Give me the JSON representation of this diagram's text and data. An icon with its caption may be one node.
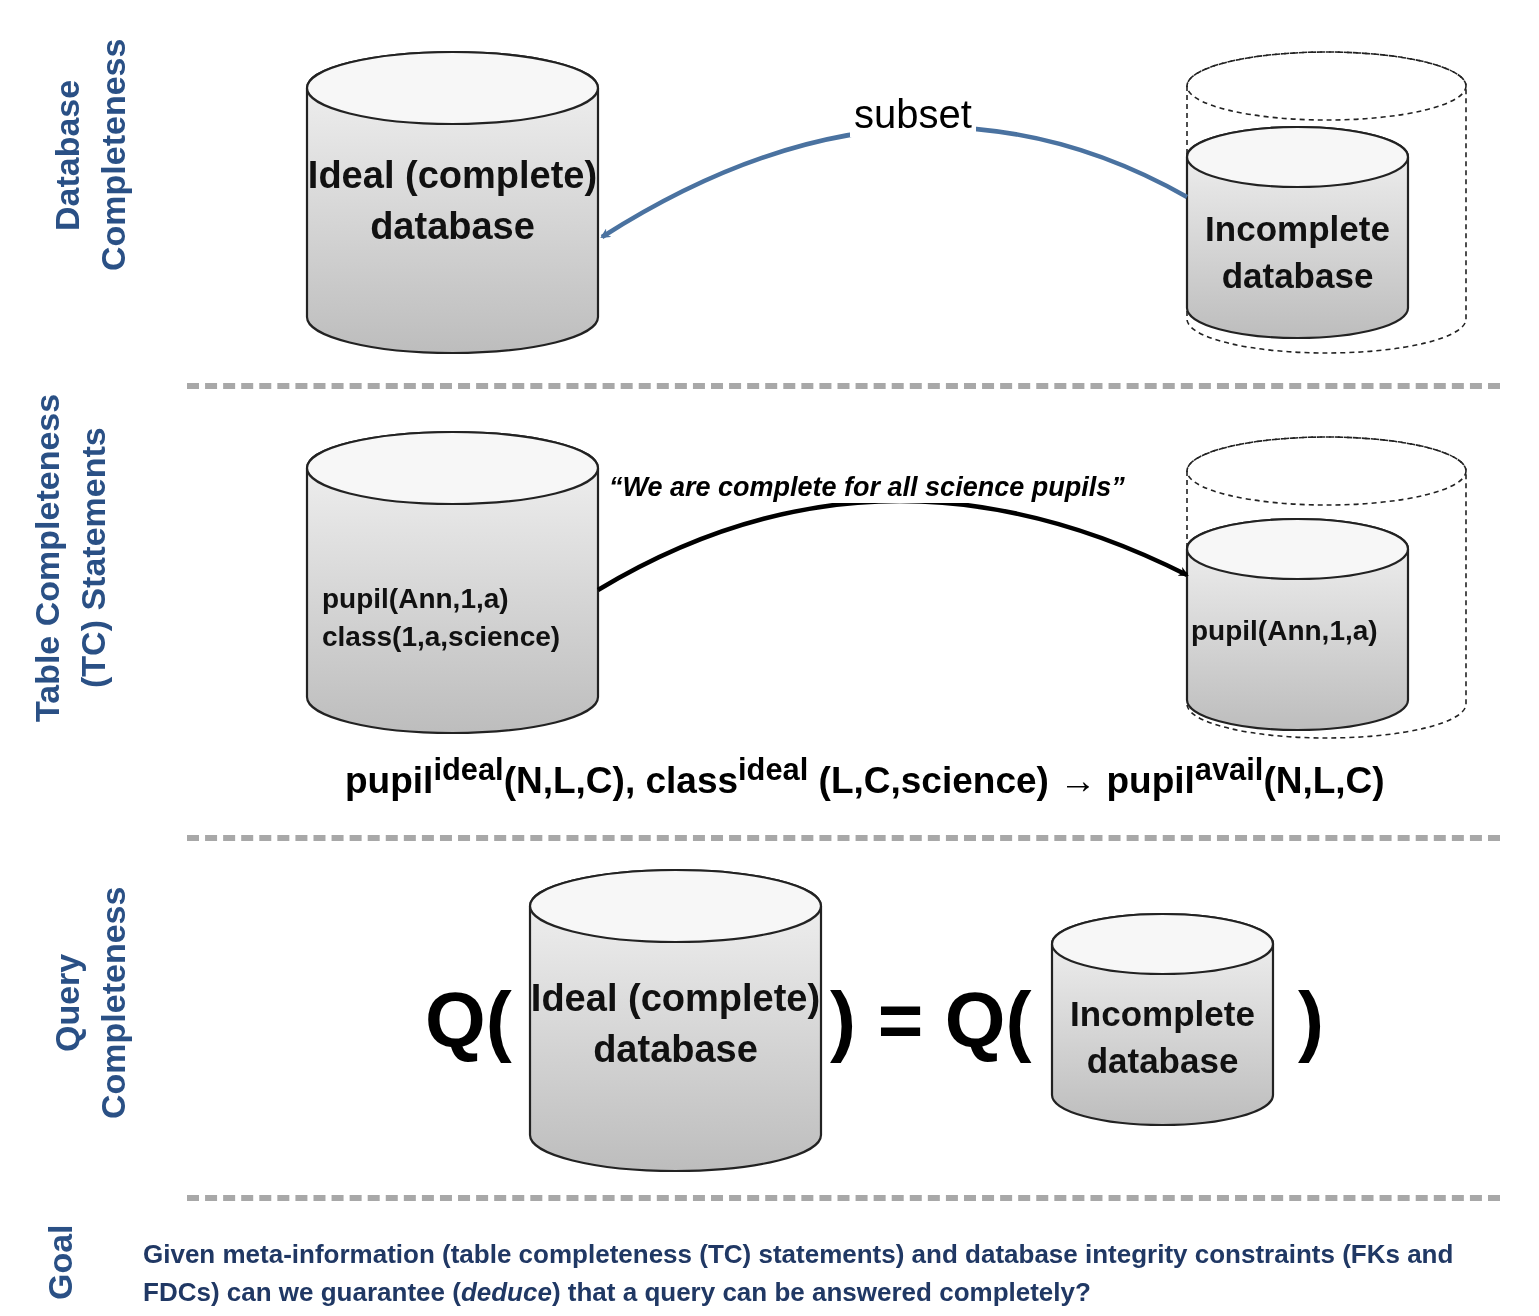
{
  "diagram": {
    "nodes": [
      {
        "text": [
          "Ideal (complete) database"
        ]
      },
      {
        "text": [],
        "shape": "cylinder"
      },
      {
        "text": [
          "Incomplete database"
        ],
        "in": 1
      },
      {
        "text": [
          "pupil(Ann,1,a)",
          "class(1,a,science)"
        ]
      },
      {
        "text": [],
        "shape": "cylinder"
      },
      {
        "text": [
          "pupil(Ann,1,a)"
        ],
        "in": 4
      },
      {
        "text": [
          "Ideal (complete) database"
        ]
      },
      {
        "text": [
          "Incomplete database"
        ]
      }
    ],
    "edges": [
      {
        "from": 2,
        "to": 0,
        "arrow": "to",
        "label": "subset",
        "color": "#4a72a0"
      },
      {
        "from": 3,
        "to": 5,
        "arrow": "to",
        "label": "“We are complete for all science pupils”",
        "color": "#000000"
      }
    ],
    "labels": [
      "Database Completeness",
      "Table Completeness (TC) Statements",
      "pupil$^{ideal}$(N,L,C), class$^{ideal}$ (L,C,science) → pupil$^{avail}$(N,L,C)",
      "Query Completeness",
      "Q(",
      ") = Q(",
      ")",
      "Goal",
      "Given meta-information (**table completeness (TC) statements**) and database integrity constraints (**FKs and FDCs**) **can we guarantee** (*deduce*) that a **query** can be answered completely?"
    ]
  }
}
